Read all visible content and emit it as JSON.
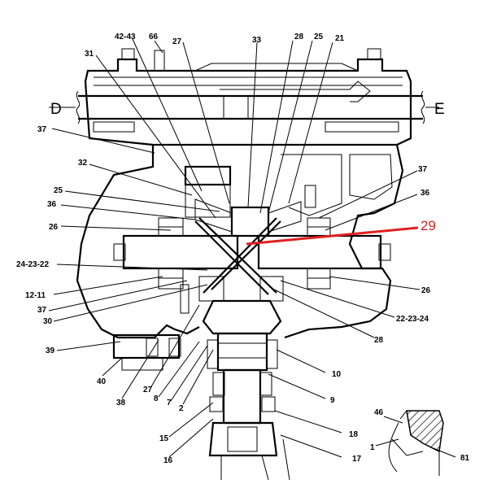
{
  "labels": {
    "l42_43": "42-43",
    "l66": "66",
    "l27_top": "27",
    "l33": "33",
    "l28_top": "28",
    "l25_top": "25",
    "l21": "21",
    "l31": "31",
    "l37_left_top": "37",
    "l32": "32",
    "l25_left": "25",
    "l36_left": "36",
    "l26_left": "26",
    "l24_23_22": "24-23-22",
    "l12_11": "12-11",
    "l37_left_low": "37",
    "l30": "30",
    "l39": "39",
    "l40": "40",
    "l38": "38",
    "l27_bottom": "27",
    "l8": "8",
    "l7": "7",
    "l2": "2",
    "l15": "15",
    "l16": "16",
    "l37_right": "37",
    "l36_right": "36",
    "l26_right": "26",
    "l22_23_24": "22-23-24",
    "l28_right": "28",
    "l10": "10",
    "l9": "9",
    "l18": "18",
    "l17": "17",
    "l46": "46",
    "l1": "1",
    "l81": "81",
    "l29": "29",
    "side_d": "D",
    "side_e": "E"
  },
  "colors": {
    "ink": "#000000",
    "highlight": "#e02020",
    "background": "#ffffff"
  }
}
